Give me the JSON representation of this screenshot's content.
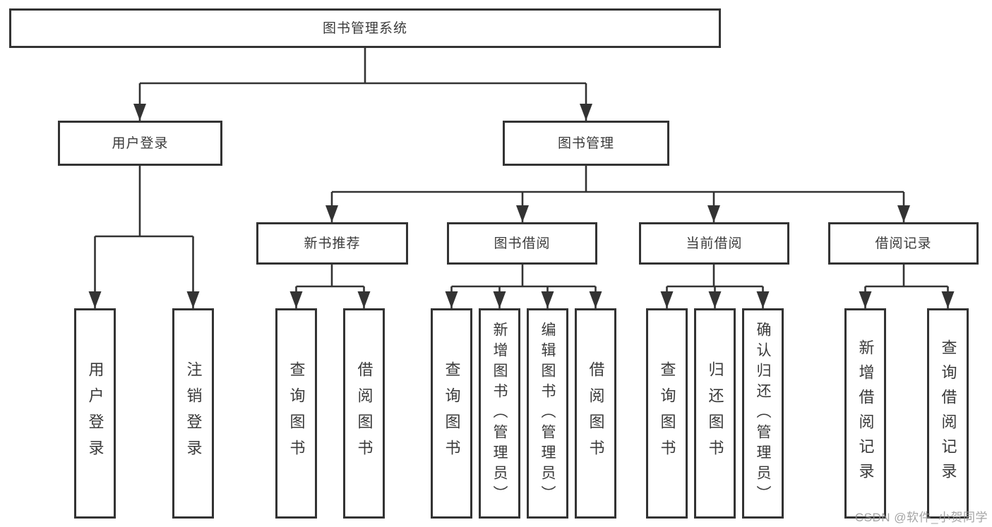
{
  "watermark": {
    "text": "CSDN @软件_小贺同学",
    "color": "#949494"
  },
  "colors": {
    "line": "#333333",
    "box_border": "#333333",
    "box_fill": "#ffffff",
    "text": "#3a3a3a",
    "background": "#ffffff"
  },
  "tree": {
    "root": {
      "label": "图书管理系统"
    },
    "branches": [
      {
        "label": "用户登录",
        "children": [
          {
            "label": "用户登录"
          },
          {
            "label": "注销登录"
          }
        ]
      },
      {
        "label": "图书管理",
        "children": [
          {
            "label": "新书推荐",
            "children": [
              {
                "label": "查询图书"
              },
              {
                "label": "借阅图书"
              }
            ]
          },
          {
            "label": "图书借阅",
            "children": [
              {
                "label": "查询图书"
              },
              {
                "label": "新增图书（管理员）"
              },
              {
                "label": "编辑图书（管理员）"
              },
              {
                "label": "借阅图书"
              }
            ]
          },
          {
            "label": "当前借阅",
            "children": [
              {
                "label": "查询图书"
              },
              {
                "label": "归还图书"
              },
              {
                "label": "确认归还（管理员）"
              }
            ]
          },
          {
            "label": "借阅记录",
            "children": [
              {
                "label": "新增借阅记录"
              },
              {
                "label": "查询借阅记录"
              }
            ]
          }
        ]
      }
    ]
  }
}
